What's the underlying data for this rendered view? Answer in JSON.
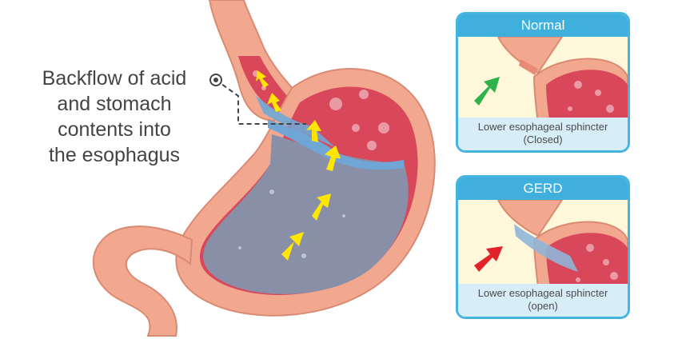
{
  "callout": {
    "lines": [
      "Backflow of acid",
      "and stomach",
      "contents into",
      "the esophagus"
    ]
  },
  "panels": {
    "normal": {
      "title": "Normal",
      "caption_line1": "Lower esophageal sphincter",
      "caption_line2": "(Closed)",
      "arrow_color": "#2db34a"
    },
    "gerd": {
      "title": "GERD",
      "caption_line1": "Lower esophageal sphincter",
      "caption_line2": "(open)",
      "arrow_color": "#e3232a"
    }
  },
  "colors": {
    "stomach_wall": "#f2a88f",
    "stomach_inner": "#d9485a",
    "acid": "#8a8fa8",
    "reflux_arrows": "#ffe600",
    "panel_border": "#45b4e0"
  }
}
